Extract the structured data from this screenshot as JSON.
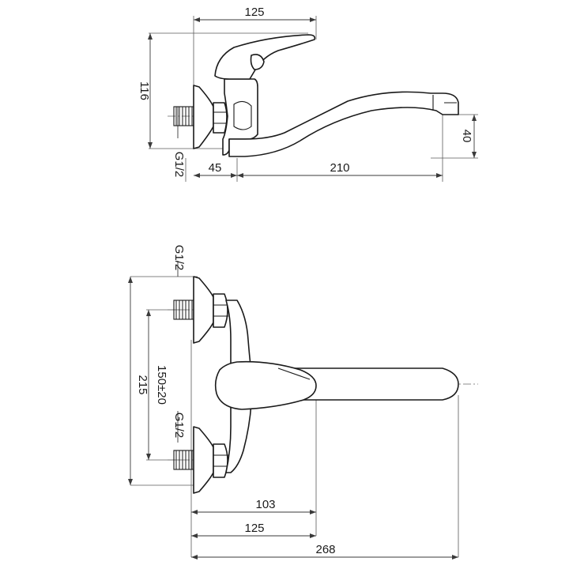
{
  "top_view": {
    "dims": {
      "width_125": "125",
      "height_116": "116",
      "thread": "G1/2",
      "offset_45": "45",
      "reach_210": "210",
      "height_40": "40"
    }
  },
  "front_view": {
    "dims": {
      "thread_top": "G1/2",
      "thread_bottom": "G1/2",
      "spacing": "150±20",
      "height_215": "215",
      "depth_103": "103",
      "depth_125": "125",
      "total_268": "268"
    }
  },
  "colors": {
    "line": "#1a1a1a",
    "dimension": "#3a3a3a",
    "background": "#ffffff"
  }
}
